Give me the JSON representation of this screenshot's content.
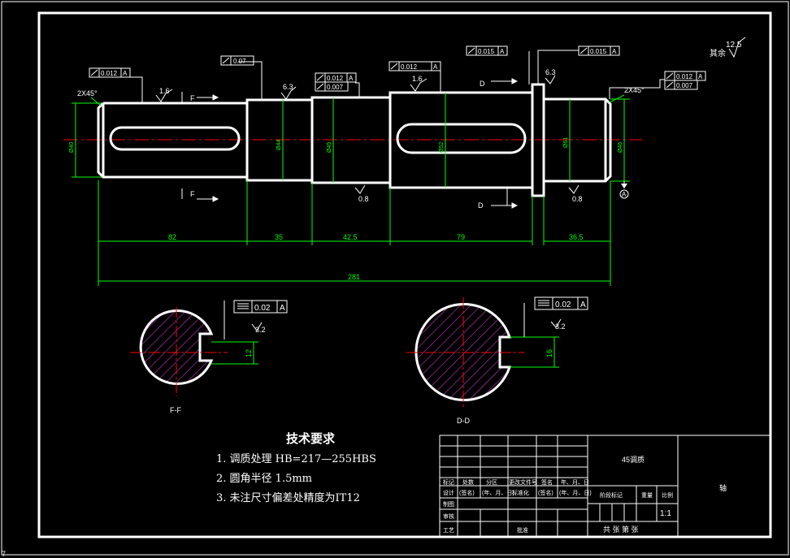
{
  "colors": {
    "background": "#000000",
    "outline": "#ffffff",
    "dimension": "#00ff00",
    "centerline": "#ff0000",
    "hatch": "#cc33cc"
  },
  "corner_marker": "7",
  "roughness": {
    "other_label": "其余",
    "other_value": "12.5",
    "left_top": "1.6",
    "shoulder_top": "6.3",
    "mid_top": "1.6",
    "right_top": "6.3",
    "bottom_mid": "0.8",
    "bottom_right": "0.8",
    "sec_ff": "3.2",
    "sec_dd": "3.2"
  },
  "chamfer": {
    "left": "2X45°",
    "right": "2X45°"
  },
  "tolerance_frames": {
    "left_runout": "0.012",
    "left_datum": "A",
    "shoulder_cyl": "0.07",
    "mid_runout": "0.012",
    "mid_runout_datum": "A",
    "mid_cyl": "0.007",
    "key_runout": "0.012",
    "key_datum": "A",
    "collar_runout_a": "0.015",
    "collar_runout_a_datum": "A",
    "collar_runout_b": "0.015",
    "collar_runout_b_datum": "A",
    "right_runout": "0.012",
    "right_runout_datum": "A",
    "right_cyl": "0.007",
    "ff_sym": "0.02",
    "ff_datum": "A",
    "dd_sym": "0.02",
    "dd_datum": "A"
  },
  "section_marks": {
    "f_top": "F",
    "f_bottom": "F",
    "d_top": "D",
    "d_bottom": "D"
  },
  "datum_label": "A",
  "diameters": {
    "left": "Ø40",
    "shoulder": "Ø44",
    "bearing": "Ø45",
    "gear": "Ø52",
    "collar": "Ø61",
    "right": "Ø45"
  },
  "lengths": {
    "seg1": "82",
    "seg2": "35",
    "seg3": "42.5",
    "seg4": "79",
    "seg5": "36.5",
    "total": "281"
  },
  "sections": {
    "ff_label": "F-F",
    "ff_width": "12",
    "dd_label": "D-D",
    "dd_width": "16"
  },
  "requirements": {
    "title": "技术要求",
    "item1": "1. 调质处理 HB=217—255HBS",
    "item2": "2. 圆角半径  1.5mm",
    "item3": "3. 未注尺寸偏差处精度为IT12"
  },
  "title_block": {
    "material": "45调质",
    "part_name": "轴",
    "row_mark": "标记",
    "row_count": "处数",
    "row_zone": "分区",
    "row_docno": "更改文件号",
    "row_sign": "签名",
    "row_date": "年、月、日",
    "design": "设计",
    "sign_d": "(签名)",
    "date_d": "(年、月、日)",
    "standard": "标准化",
    "sign_s": "(签名)",
    "date_s": "(年、月、日)",
    "stage": "阶段标记",
    "weight": "重量",
    "scale_label": "比例",
    "check": "审核",
    "draft": "制图",
    "process": "工艺",
    "approve": "批准",
    "scale": "1:1",
    "sheets": "共 张 第 张"
  }
}
